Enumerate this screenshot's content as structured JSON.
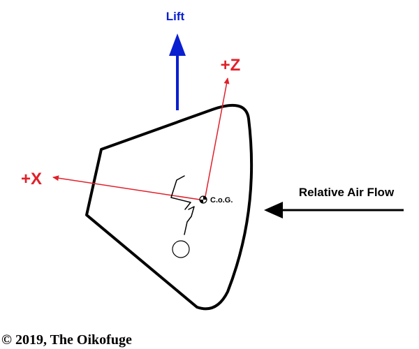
{
  "labels": {
    "lift": "Lift",
    "plus_z": "+Z",
    "plus_x": "+X",
    "cog": "C.o.G.",
    "relative_air_flow": "Relative Air Flow"
  },
  "copyright": "© 2019, The Oikofuge",
  "colors": {
    "lift_arrow": "#0a1fd0",
    "axis_red": "#e0202a",
    "capsule_outline": "#000000",
    "airflow_arrow": "#000000",
    "background": "#ffffff"
  }
}
